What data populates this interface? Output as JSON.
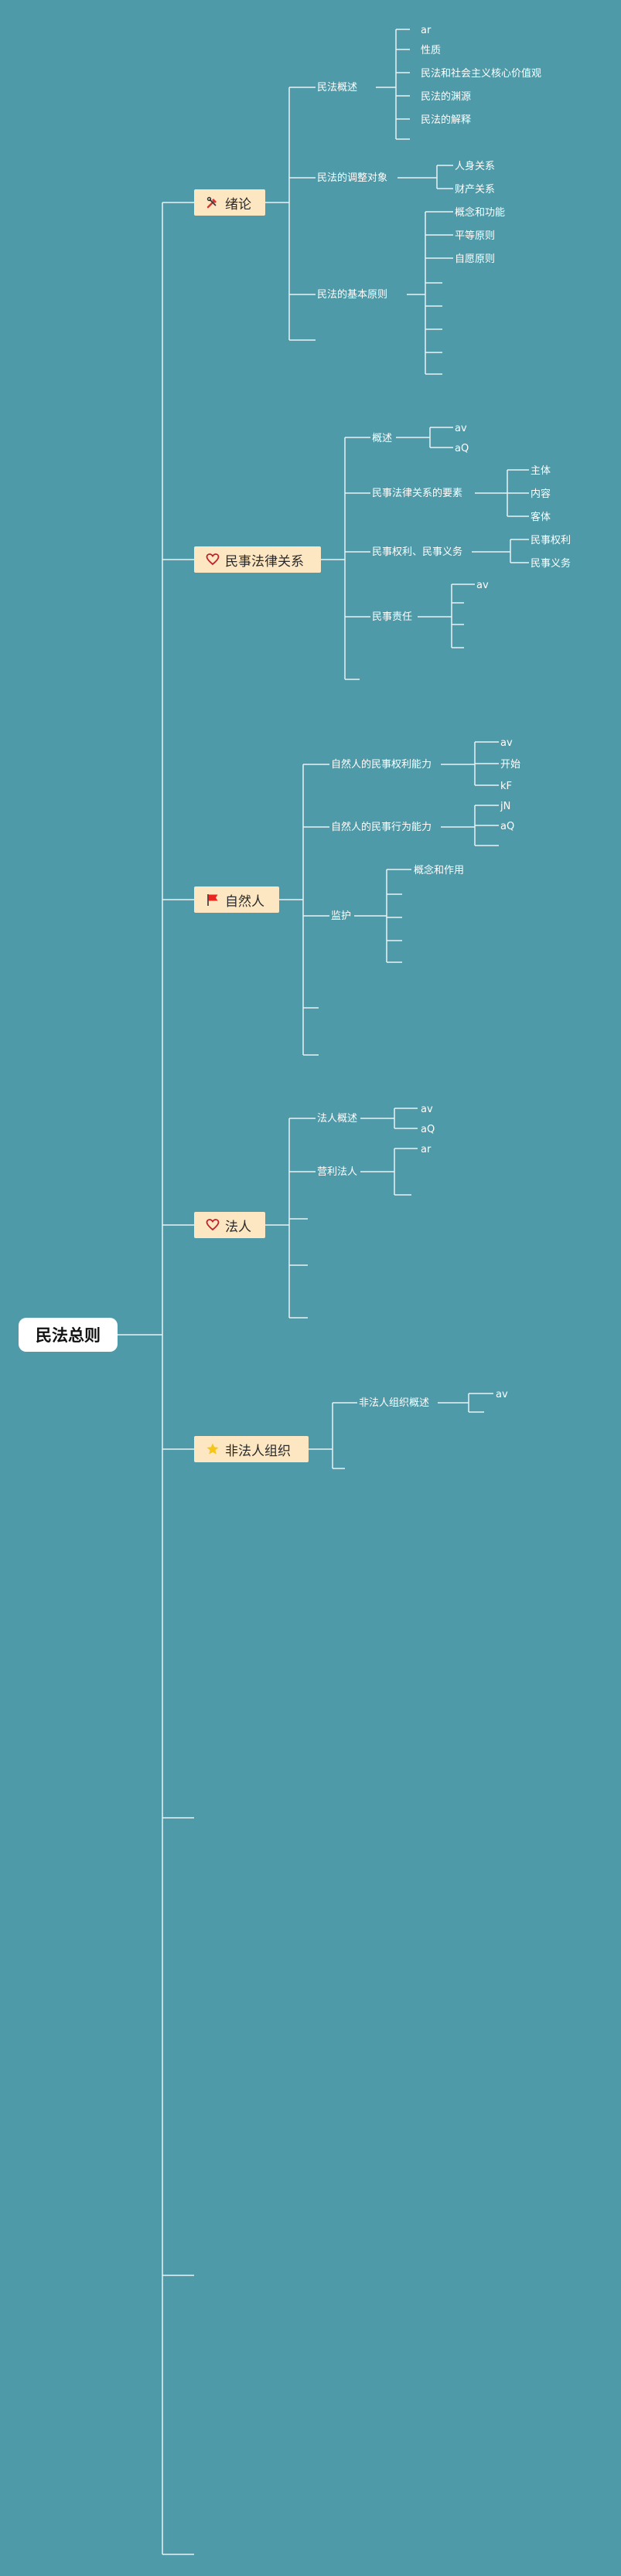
{
  "root": "民法总则",
  "topics": {
    "t1": {
      "label": "绪论",
      "icon": "tools-icon"
    },
    "t2": {
      "label": "民事法律关系",
      "icon": "heart-icon"
    },
    "t3": {
      "label": "自然人",
      "icon": "flag-icon"
    },
    "t4": {
      "label": "法人",
      "icon": "heart-icon"
    },
    "t5": {
      "label": "非法人组织",
      "icon": "star-icon"
    }
  },
  "subs": {
    "s1": "民法概述",
    "s2": "民法的调整对象",
    "s3": "民法的基本原则",
    "s4": "概述",
    "s5": "民事法律关系的要素",
    "s6": "民事权利、民事义务",
    "s7": "民事责任",
    "s8": "自然人的民事权利能力",
    "s9": "自然人的民事行为能力",
    "s10": "监护",
    "s11": "法人概述",
    "s12": "营利法人",
    "s13": "非法人组织概述"
  },
  "leaves": {
    "l1": "ar",
    "l2": "性质",
    "l3": "民法和社会主义核心价值观",
    "l4": "民法的渊源",
    "l5": "民法的解释",
    "l6": "人身关系",
    "l7": "财产关系",
    "l8": "概念和功能",
    "l9": "平等原则",
    "l10": "自愿原则",
    "l11": "av",
    "l12": "aQ",
    "l13": "主体",
    "l14": "内容",
    "l15": "客体",
    "l16": "民事权利",
    "l17": "民事义务",
    "l18": "av",
    "l19": "av",
    "l20": "开始",
    "l21": "kF",
    "l22": "jN",
    "l23": "aQ",
    "l24": "概念和作用",
    "l25": "av",
    "l26": "aQ",
    "l27": "ar",
    "l28": "av"
  },
  "colors": {
    "background": "#4f9aa8",
    "line": "#e8f2f4",
    "topic_fill": "#fde7c2",
    "root_fill": "#ffffff"
  }
}
